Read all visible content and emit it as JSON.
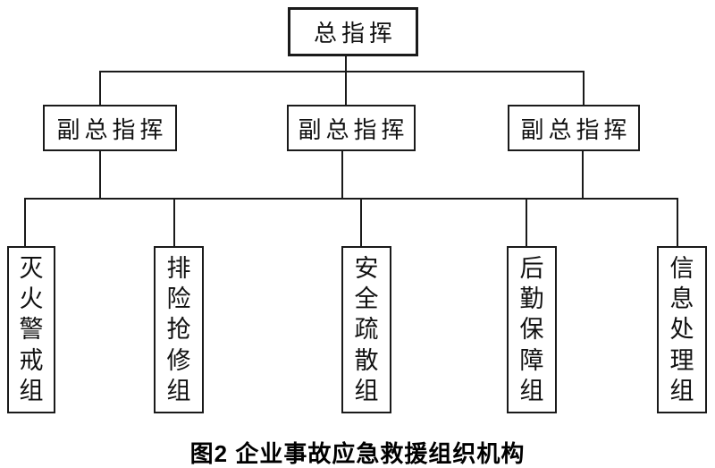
{
  "diagram": {
    "type": "org-chart",
    "root": {
      "label": "总指挥"
    },
    "deputies": [
      {
        "label": "副总指挥"
      },
      {
        "label": "副总指挥"
      },
      {
        "label": "副总指挥"
      }
    ],
    "teams": [
      {
        "label": "灭火警戒组"
      },
      {
        "label": "排险抢修组"
      },
      {
        "label": "安全疏散组"
      },
      {
        "label": "后勤保障组"
      },
      {
        "label": "信息处理组"
      }
    ]
  },
  "caption": "图2  企业事故应急救援组织机构",
  "colors": {
    "line": "#1a1a1a",
    "background": "#ffffff",
    "text": "#111111"
  }
}
